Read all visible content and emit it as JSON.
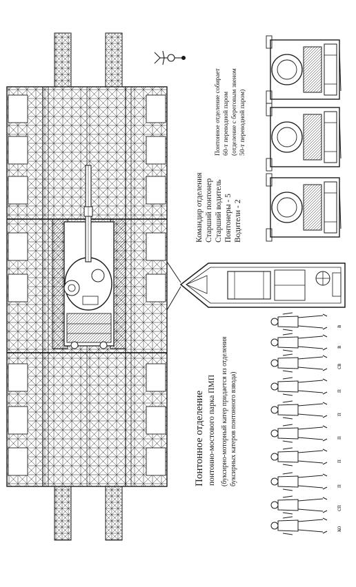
{
  "title": {
    "line1": "Понтонное отделение",
    "line2": "понтонно-мостового парка ПМП",
    "note1": "(буксирно-моторный катер придается из отделения",
    "note2": "буксирных катеров понтонного взвода)"
  },
  "crew": {
    "lines": [
      "Командир отделения",
      "Старший понтонер",
      "Старший водитель",
      "Понтонеры - 5",
      "Водители - 2"
    ]
  },
  "ferry_note": {
    "lines": [
      "Понтонное отделение собирает",
      "60-т переводной паром",
      "(отделение с береговым звеном",
      "50-т переводной паром)"
    ]
  },
  "soldiers": {
    "roles": [
      "ко",
      "сп",
      "п",
      "п",
      "п",
      "п",
      "п",
      "св",
      "в",
      "в"
    ]
  },
  "colors": {
    "ink": "#1a1a1a",
    "paper": "#ffffff"
  },
  "icons": [
    "pontoon-ferry-drawing",
    "tank-drawing",
    "towing-boat-drawing",
    "pontoon-truck-icon",
    "soldier-icon",
    "soldier-emblem-icon"
  ]
}
